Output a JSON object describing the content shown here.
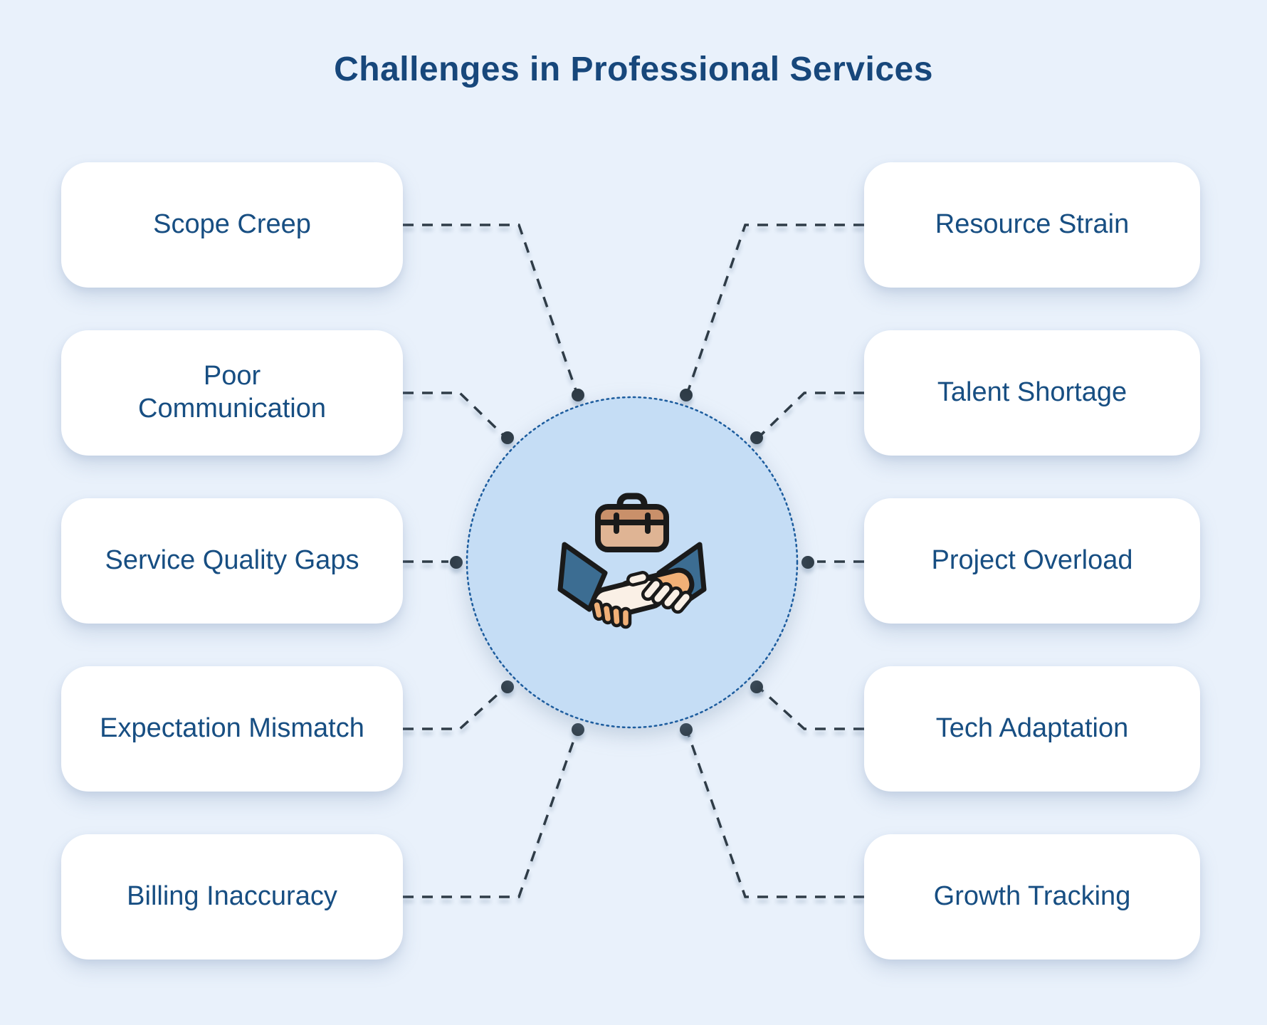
{
  "title": "Challenges in Professional Services",
  "center": {
    "icon": "briefcase-handshake-icon"
  },
  "boxes": {
    "left": [
      {
        "label": "Scope Creep"
      },
      {
        "label": "Poor\nCommunication"
      },
      {
        "label": "Service Quality Gaps"
      },
      {
        "label": "Expectation Mismatch"
      },
      {
        "label": "Billing Inaccuracy"
      }
    ],
    "right": [
      {
        "label": "Resource Strain"
      },
      {
        "label": "Talent Shortage"
      },
      {
        "label": "Project Overload"
      },
      {
        "label": "Tech Adaptation"
      },
      {
        "label": "Growth Tracking"
      }
    ]
  },
  "colors": {
    "background": "#E9F1FB",
    "title_text": "#17477B",
    "card_bg": "#FFFFFF",
    "card_text": "#174E82",
    "connector": "#2F3C47",
    "circle_fill": "#C5DDF5",
    "circle_border": "#1C5C9E",
    "icon_briefcase_top": "#C9906A",
    "icon_briefcase_bottom": "#DFB494",
    "icon_sleeve": "#3C6D92",
    "icon_hand_light": "#FAF0E6",
    "icon_hand_tan": "#F1B077",
    "icon_outline": "#1A1A1A"
  }
}
